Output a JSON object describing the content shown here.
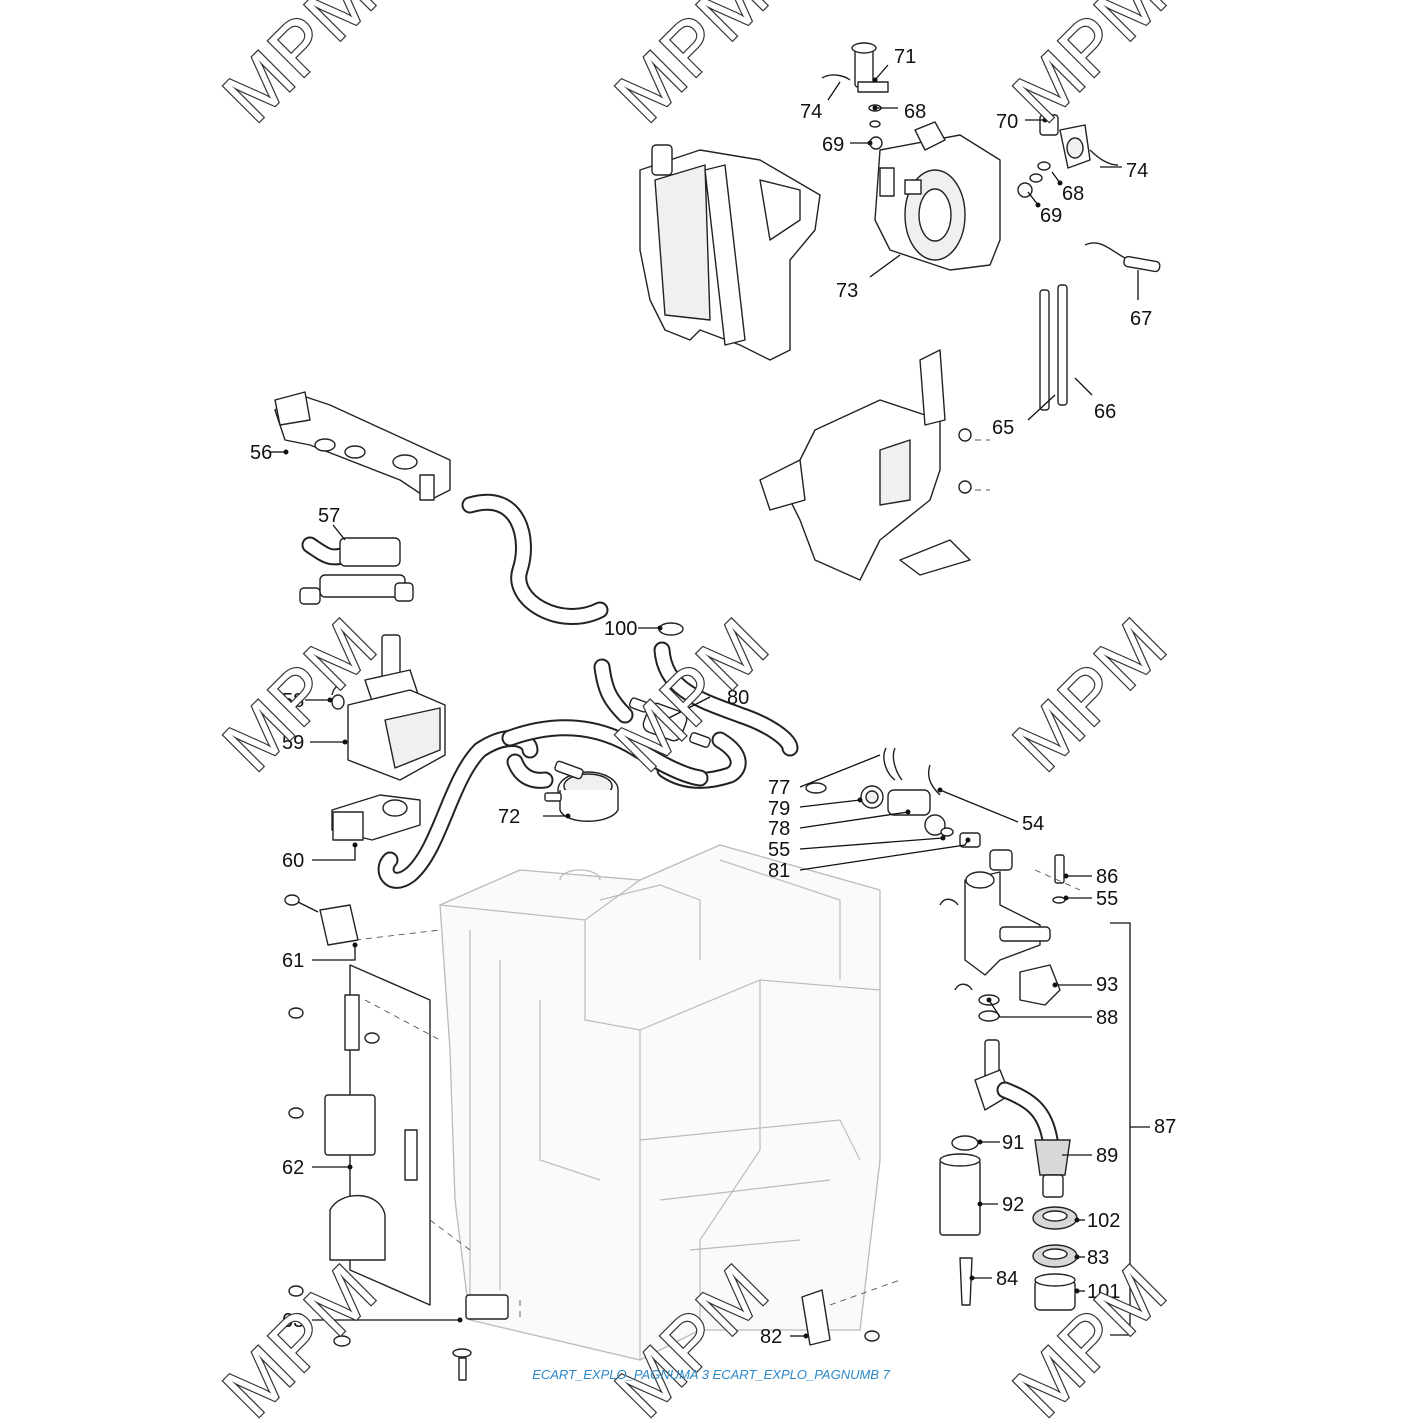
{
  "caption": "ECART_EXPLO_PAGNUMA 3 ECART_EXPLO_PAGNUMB 7",
  "watermark": "MPM",
  "callouts": [
    "54",
    "55",
    "55",
    "56",
    "57",
    "58",
    "59",
    "60",
    "61",
    "62",
    "63",
    "65",
    "66",
    "67",
    "68",
    "68",
    "69",
    "69",
    "70",
    "71",
    "72",
    "73",
    "74",
    "74",
    "77",
    "78",
    "79",
    "80",
    "81",
    "82",
    "83",
    "84",
    "86",
    "87",
    "88",
    "89",
    "91",
    "92",
    "93",
    "100",
    "101",
    "102"
  ]
}
